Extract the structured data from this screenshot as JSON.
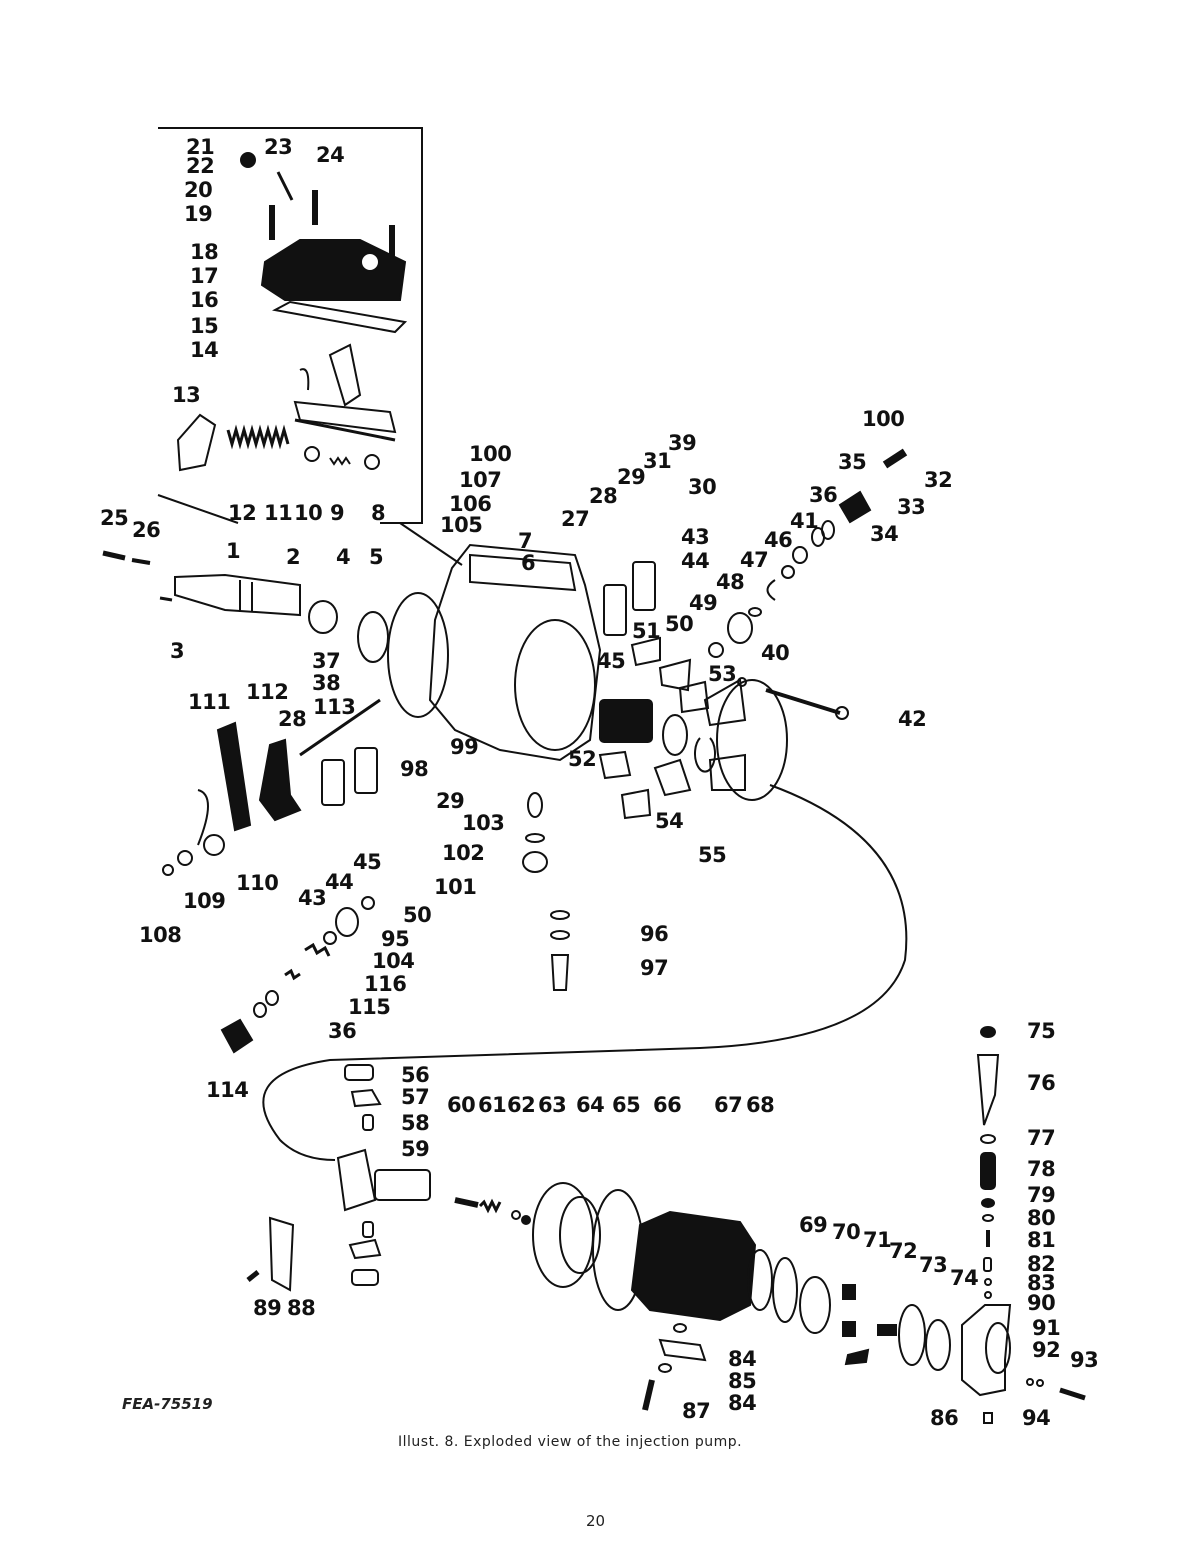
{
  "figure": {
    "id": "FEA-75519",
    "caption": "Illust.  8.  Exploded view of the injection pump.",
    "page_number": "20"
  },
  "callouts": {
    "governor_cover_inset": [
      "21",
      "22",
      "23",
      "24",
      "20",
      "19",
      "18",
      "17",
      "16",
      "15",
      "14",
      "13",
      "12",
      "11",
      "10",
      "9",
      "8"
    ],
    "drive_shaft_group": [
      "25",
      "26",
      "1",
      "2",
      "4",
      "5",
      "3"
    ],
    "throttle_linkage_group": [
      "37",
      "38",
      "111",
      "112",
      "28",
      "113",
      "110",
      "109",
      "108",
      "43",
      "44",
      "45"
    ],
    "housing_top_group": [
      "100",
      "107",
      "106",
      "105",
      "7",
      "6",
      "27",
      "28",
      "29",
      "31",
      "39",
      "30",
      "43",
      "44",
      "51",
      "45"
    ],
    "regulator_group": [
      "100",
      "32",
      "35",
      "33",
      "36",
      "34",
      "41",
      "46",
      "47",
      "48",
      "49",
      "50",
      "53",
      "40",
      "42"
    ],
    "housing_lower_group": [
      "98",
      "99",
      "29",
      "103",
      "102",
      "101",
      "52",
      "54",
      "55"
    ],
    "valve_group": [
      "50",
      "95",
      "104",
      "116",
      "115",
      "36",
      "114",
      "96",
      "97"
    ],
    "rotor_group": [
      "56",
      "57",
      "58",
      "59",
      "89",
      "88",
      "60",
      "61",
      "62",
      "63",
      "64",
      "65",
      "66",
      "67",
      "68",
      "69",
      "70",
      "71",
      "72",
      "73",
      "74",
      "84",
      "85",
      "84",
      "87"
    ],
    "end_plate_group": [
      "75",
      "76",
      "77",
      "78",
      "79",
      "80",
      "81",
      "82",
      "83",
      "90",
      "91",
      "92",
      "93",
      "94",
      "86"
    ]
  }
}
